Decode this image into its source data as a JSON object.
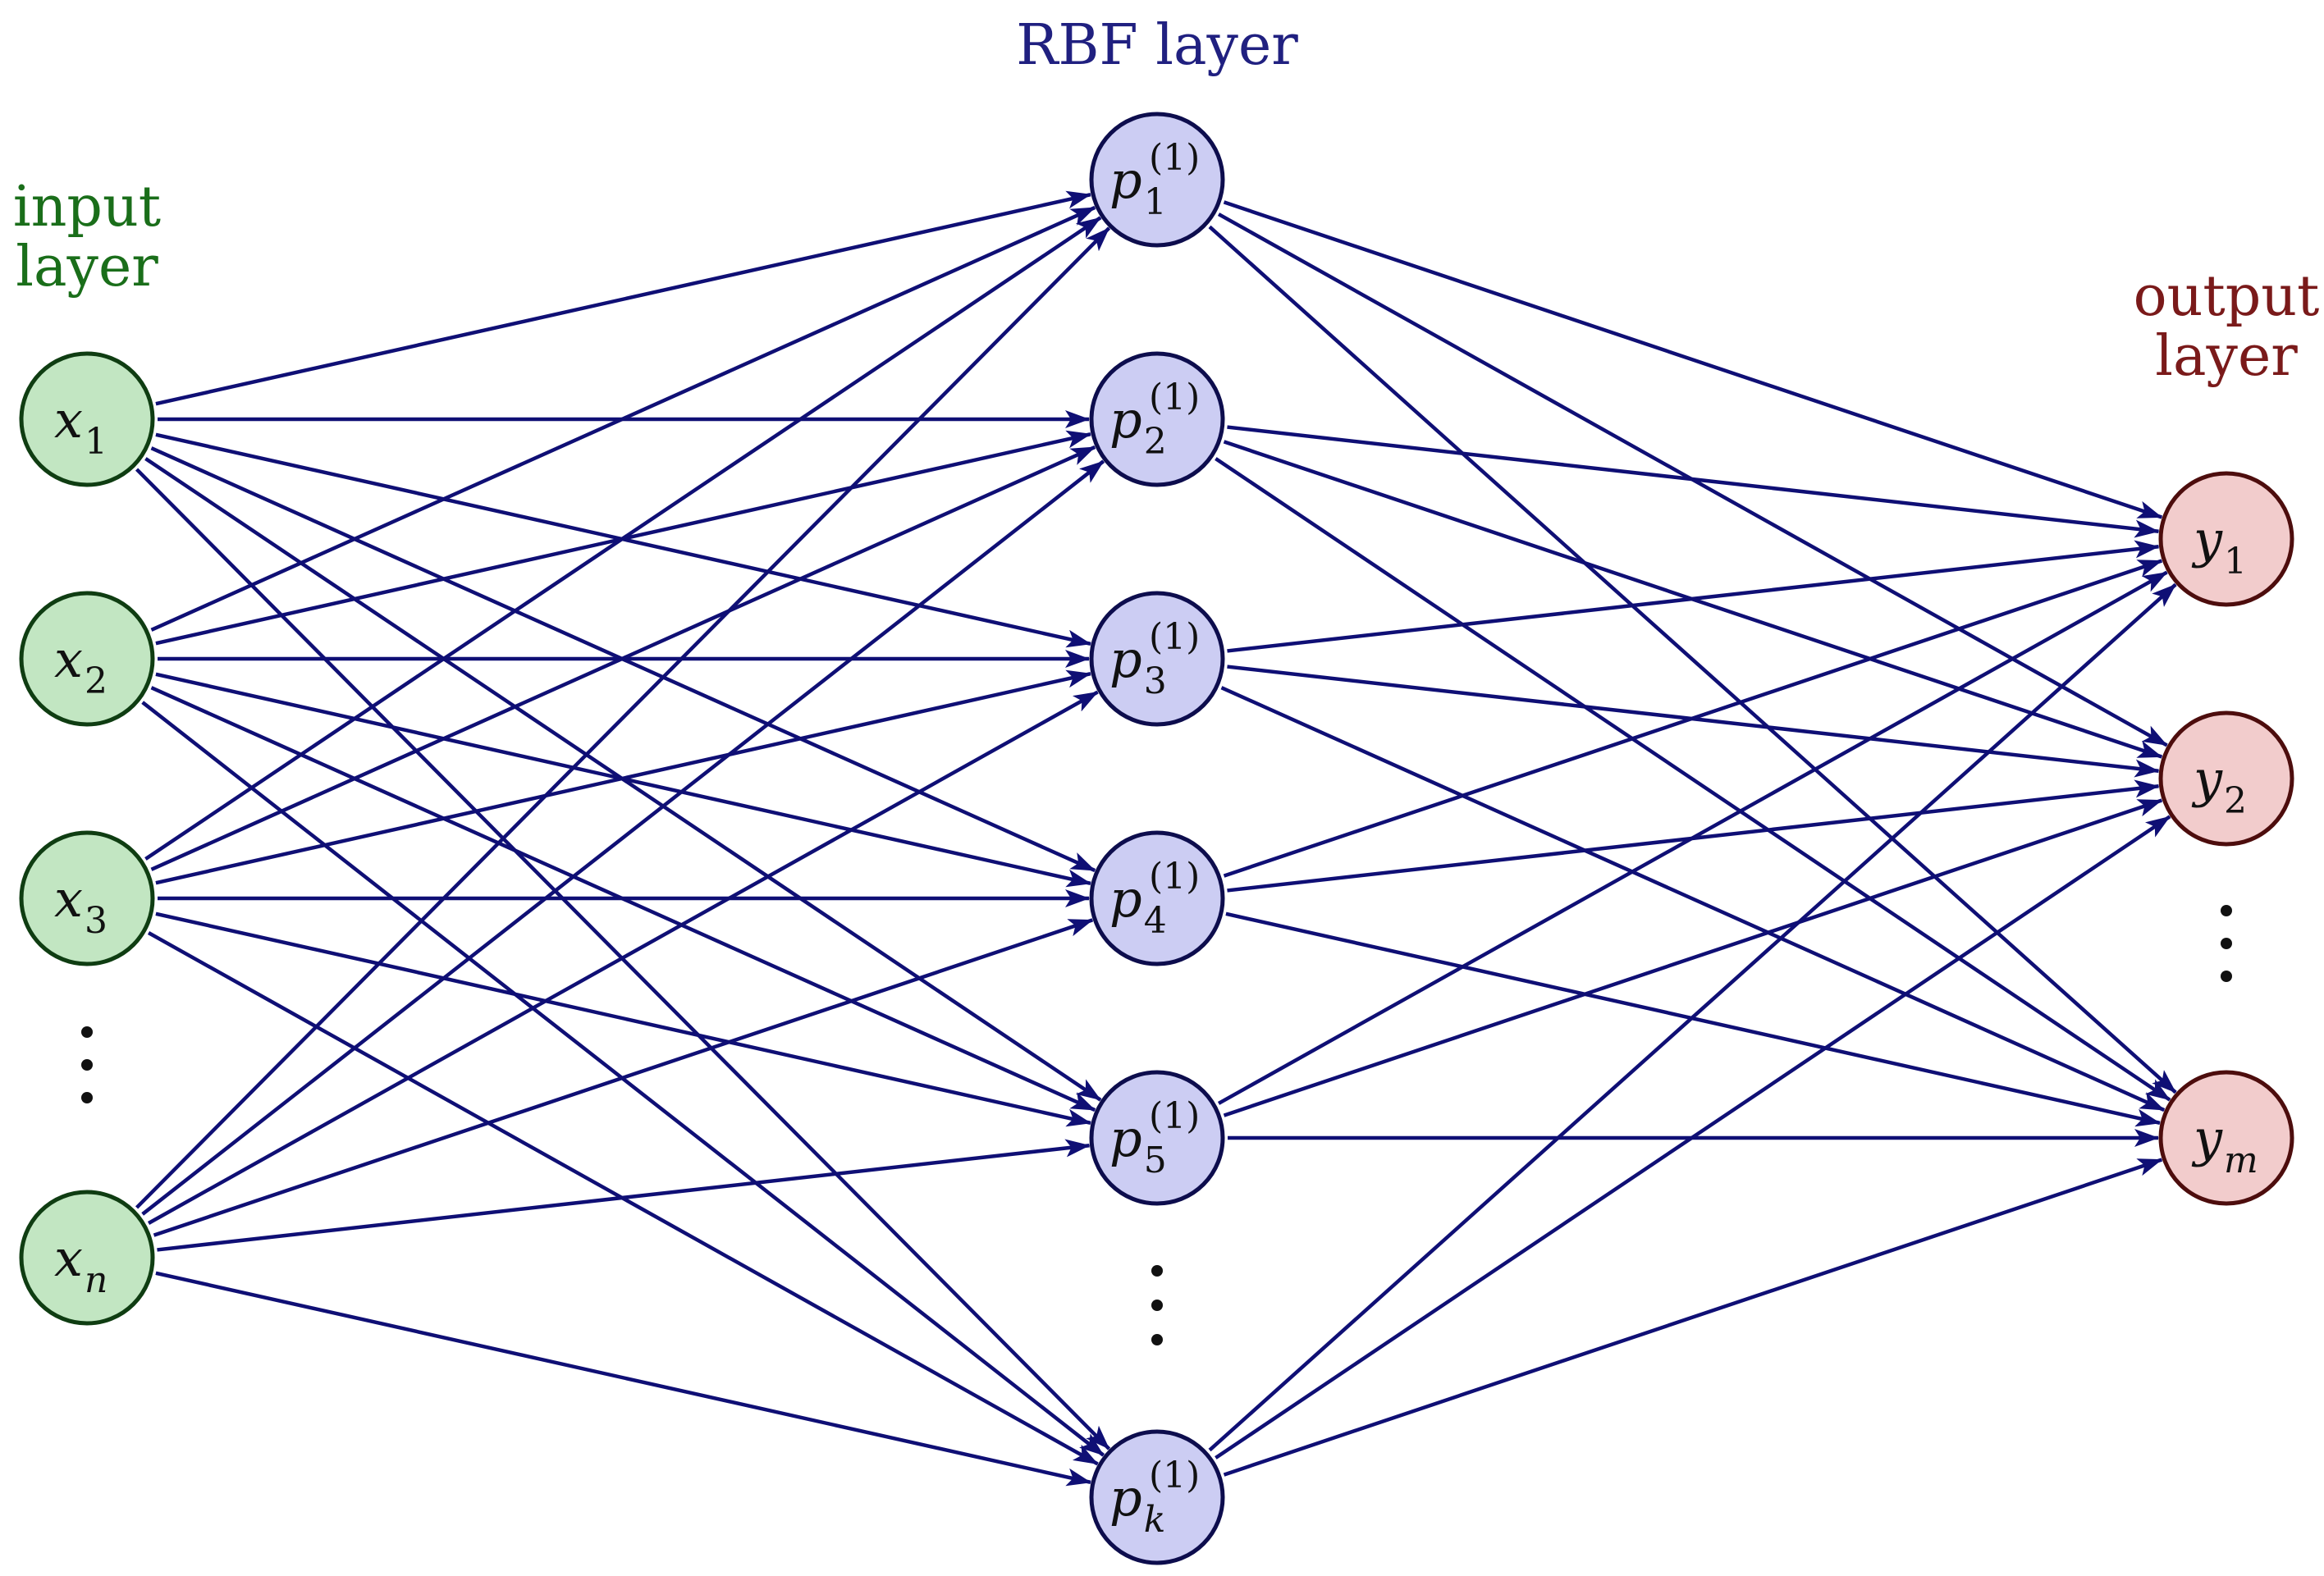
{
  "layers": {
    "input": {
      "title_line1": "input",
      "title_line2": "layer"
    },
    "hidden": {
      "title": "RBF layer"
    },
    "output": {
      "title_line1": "output",
      "title_line2": "layer"
    }
  },
  "input_nodes": [
    {
      "base": "x",
      "sub": "1"
    },
    {
      "base": "x",
      "sub": "2"
    },
    {
      "base": "x",
      "sub": "3"
    },
    {
      "base": "x",
      "sub": "n"
    }
  ],
  "hidden_nodes": [
    {
      "base": "p",
      "sub": "1",
      "sup": "(1)"
    },
    {
      "base": "p",
      "sub": "2",
      "sup": "(1)"
    },
    {
      "base": "p",
      "sub": "3",
      "sup": "(1)"
    },
    {
      "base": "p",
      "sub": "4",
      "sup": "(1)"
    },
    {
      "base": "p",
      "sub": "5",
      "sup": "(1)"
    },
    {
      "base": "p",
      "sub": "k",
      "sup": "(1)"
    }
  ],
  "output_nodes": [
    {
      "base": "y",
      "sub": "1"
    },
    {
      "base": "y",
      "sub": "2"
    },
    {
      "base": "y",
      "sub": "m"
    }
  ],
  "connections": "fully-connected",
  "colors": {
    "input_fill": "#c2e6c2",
    "input_stroke": "#0f3d12",
    "input_label": "#1a6e1a",
    "hidden_fill": "#cccdf3",
    "hidden_stroke": "#0d0d4d",
    "hidden_label": "#202080",
    "output_fill": "#f2cccc",
    "output_stroke": "#4d0d0d",
    "output_label": "#7a1a1a",
    "edge": "#0f0f75",
    "text": "#111111"
  }
}
